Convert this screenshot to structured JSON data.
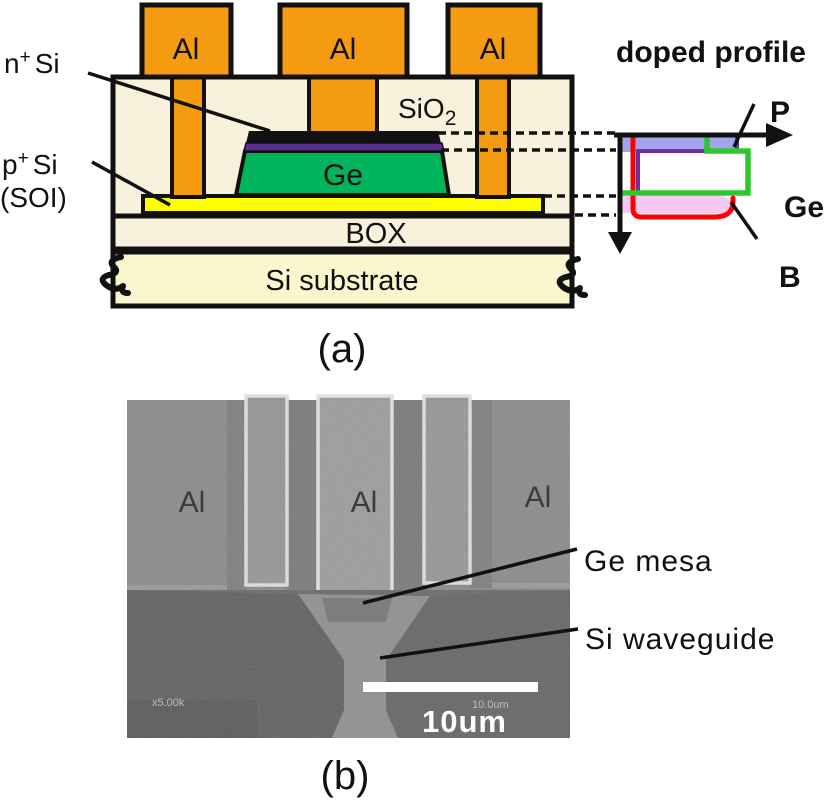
{
  "figure": {
    "panel_a": {
      "caption": "(a)",
      "al_label": "Al",
      "sio2": {
        "base": "SiO",
        "sub": "2"
      },
      "ge_label": "Ge",
      "box_label": "BOX",
      "substrate_label": "Si substrate",
      "n_si": {
        "base": "n",
        "sup": "+",
        "rest": "Si"
      },
      "p_si": {
        "base": "p",
        "sup": "+",
        "rest": "Si"
      },
      "soi": "(SOI)",
      "colors": {
        "al_orange": "#F49B12",
        "oxide_cream": "#F8F2DC",
        "substrate_cream": "#FAF7CF",
        "p_si_yellow": "#FFFF00",
        "ge_green": "#00B45C",
        "n_ge_purple": "#5C2D91"
      }
    },
    "doped_profile": {
      "title": "doped profile",
      "series": [
        {
          "label": "P",
          "label_color": "#7A3BC2",
          "line_color": "#7030A0",
          "fill_color": "#A7A2EE"
        },
        {
          "label": "Ge",
          "label_color": "#10B050",
          "line_color": "#2EC72E",
          "fill_color": "none"
        },
        {
          "label": "B",
          "label_color": "#FF0000",
          "line_color": "#FF0000",
          "fill_color": "#F8C8F0"
        }
      ]
    },
    "panel_b": {
      "caption": "(b)",
      "al_label": "Al",
      "ge_mesa_label": "Ge mesa",
      "si_waveguide_label": "Si waveguide",
      "magnification": "x5.00k",
      "scalebar_value": "10.0um",
      "scalebar_label": "10um"
    }
  }
}
